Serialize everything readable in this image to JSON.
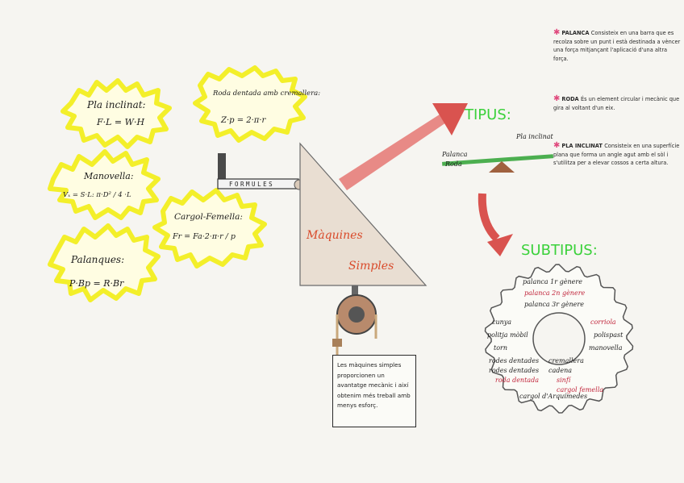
{
  "formulas": {
    "pla_inclinat": {
      "title": "Pla inclinat:",
      "formula": "F·L = W·H"
    },
    "manovella": {
      "title": "Manovella:",
      "formula": "Vₓ = S·L: π·D² / 4 ·L"
    },
    "palanques": {
      "title": "Palanques:",
      "formula": "P·Bp = R·Br"
    },
    "roda_dentada": {
      "title": "Roda dentada amb cremallera:",
      "formula": "Z·p = 2·π·r"
    },
    "cargol_femella": {
      "title": "Cargol-Femella:",
      "formula": "Fr = Fa·2·π·r / p"
    }
  },
  "formulari_sign": "FORMULES",
  "center": {
    "word1": "Màquines",
    "word2": "Simples"
  },
  "description": "Les màquines simples proporcionen un avantatge mecànic i així obtenim més treball amb menys esforç.",
  "tipus": {
    "heading": "TIPUS:",
    "palanca": "Palanca",
    "roda": "Roda",
    "pla": "Pla inclinat"
  },
  "subtipus": {
    "heading": "SUBTIPUS:",
    "items": [
      {
        "text": "palanca 1r gènere",
        "color": "#1d1d1d"
      },
      {
        "text": "palanca 2n gènere",
        "color": "#c0243a"
      },
      {
        "text": "palanca 3r gènere",
        "color": "#1d1d1d"
      },
      {
        "text": "cunya",
        "color": "#1d1d1d"
      },
      {
        "text": "corriola",
        "color": "#c0243a"
      },
      {
        "text": "politja mòbil",
        "color": "#1d1d1d"
      },
      {
        "text": "polispast",
        "color": "#1d1d1d"
      },
      {
        "text": "torn",
        "color": "#1d1d1d"
      },
      {
        "text": "manovella",
        "color": "#1d1d1d"
      },
      {
        "text": "rodes dentades",
        "color": "#1d1d1d"
      },
      {
        "text": "cremallera",
        "color": "#1d1d1d"
      },
      {
        "text": "rodes dentades",
        "color": "#1d1d1d"
      },
      {
        "text": "cadena",
        "color": "#1d1d1d"
      },
      {
        "text": "roda dentada",
        "color": "#c0243a"
      },
      {
        "text": "sinfí",
        "color": "#c0243a"
      },
      {
        "text": "cargol femella",
        "color": "#c0243a"
      },
      {
        "text": "cargol d'Arquímedes",
        "color": "#1d1d1d"
      }
    ]
  },
  "definitions": [
    {
      "term": "PALANCA",
      "text": "Consisteix en una barra que es recolza sobre un punt i està destinada a vèncer una força mitjançant l'aplicació d'una altra força."
    },
    {
      "term": "RODA",
      "text": "És un element circular i mecànic que gira al voltant d'un eix."
    },
    {
      "term": "PLA INCLINAT",
      "text": "Consisteix en una superfície plana que forma un angle agut amb el sòl i s'utilitza per a elevar cossos a certa altura."
    }
  ],
  "colors": {
    "accent_red": "#d9534f",
    "green": "#3bd13b",
    "yellow": "#f3ef2a",
    "triangle": "#e9ded2"
  }
}
